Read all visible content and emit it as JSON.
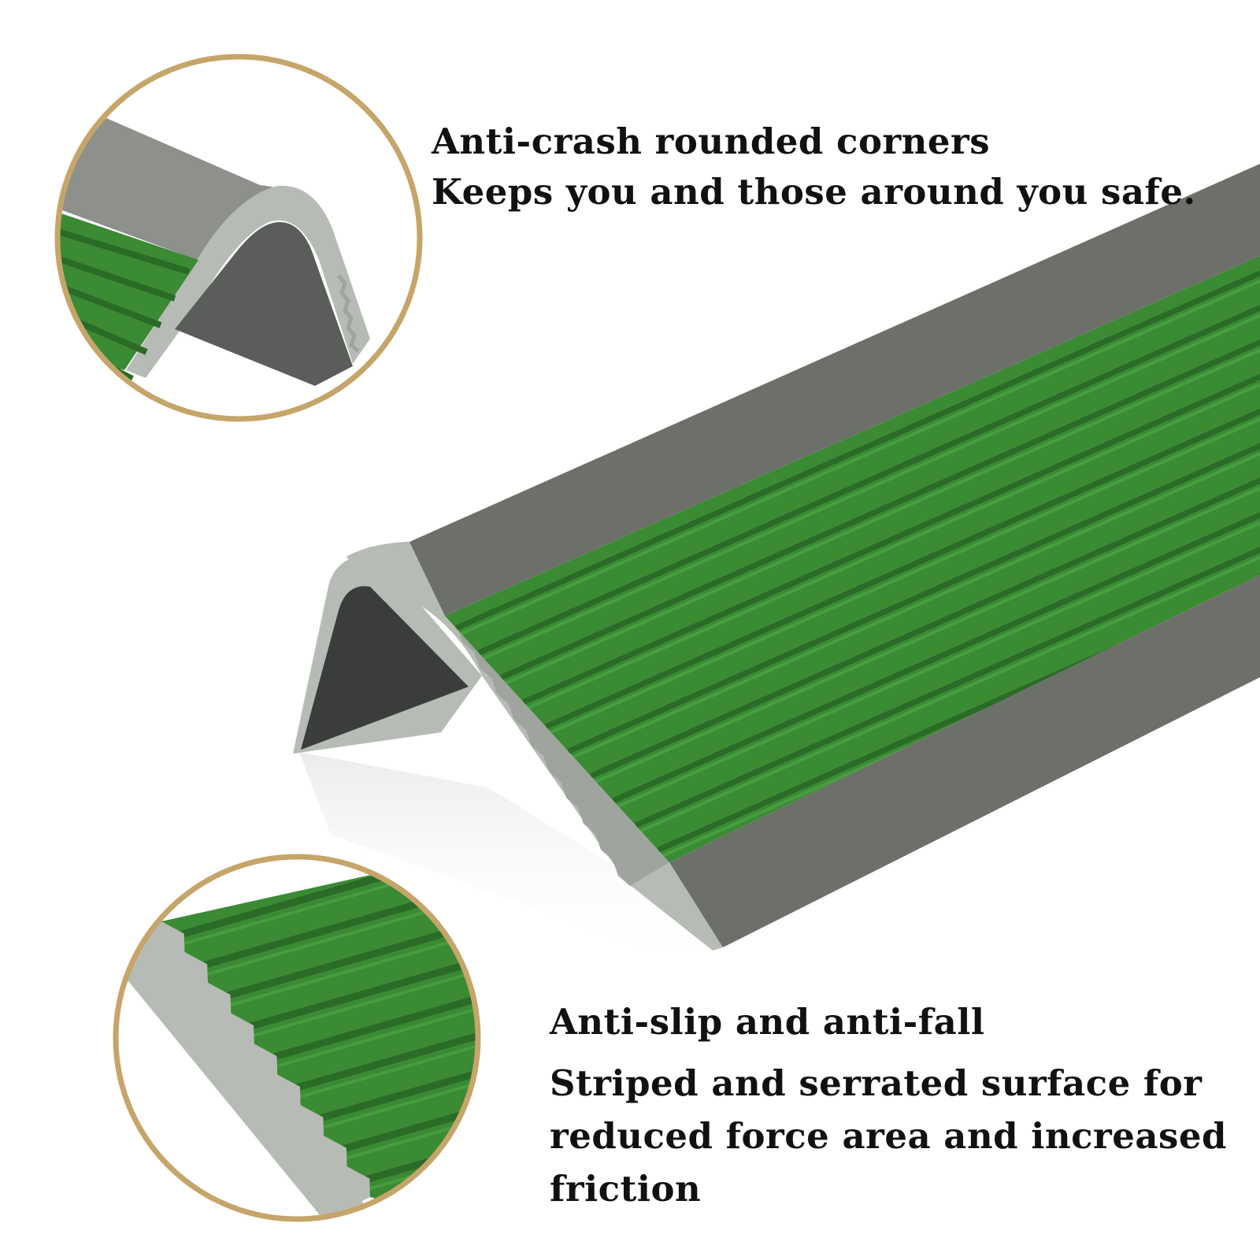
{
  "features": {
    "corners": {
      "title": "Anti-crash rounded corners",
      "subtitle": "Keeps you and those around you safe."
    },
    "slip": {
      "title": "Anti-slip and anti-fall",
      "description": "Striped and serrated surface for reduced force area and increased friction"
    }
  },
  "colors": {
    "background": "#ffffff",
    "strip_grey": "#6d7069",
    "strip_light_grey": "#b7bbb5",
    "strip_dark": "#3a3d3b",
    "tread_green": "#3b8a34",
    "tread_green_dark": "#2a6b27",
    "tread_green_light": "#4fae46",
    "loupe_ring": "#c6a56a"
  },
  "tread": {
    "rib_count": 10
  }
}
